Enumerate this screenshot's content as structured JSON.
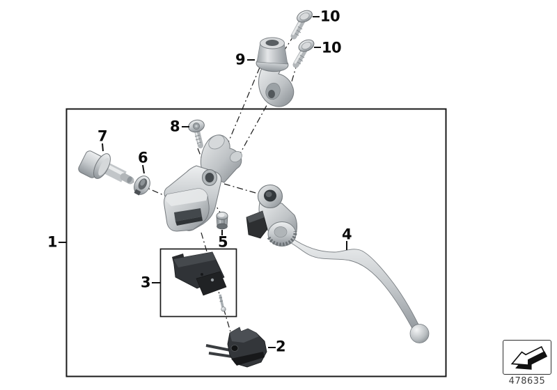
{
  "figure": {
    "part_number": "478635",
    "callouts": [
      "1",
      "2",
      "3",
      "4",
      "5",
      "6",
      "7",
      "8",
      "9",
      "10",
      "10"
    ],
    "colors": {
      "background": "#ffffff",
      "line": "#1a1a1a",
      "metal": "#c6cacd",
      "plastic": "#2d2f31",
      "label": "#0b0b0b"
    },
    "logo_icon": "direction-arrow-icon"
  }
}
